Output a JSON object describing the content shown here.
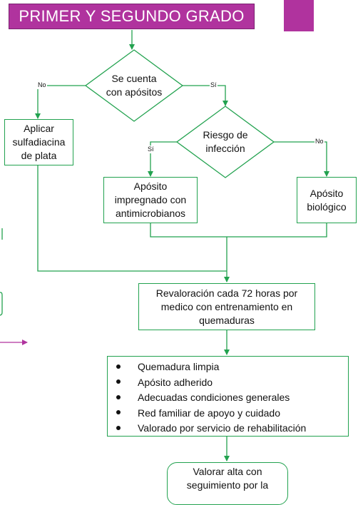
{
  "title": "PRIMER Y SEGUNDO GRADO",
  "colors": {
    "title_bg": "#b0339e",
    "flow_line": "#22a24f"
  },
  "decision1": {
    "line1": "Se cuenta",
    "line2": "con apósitos",
    "no_label": "No",
    "yes_label": "Sí"
  },
  "box_sulfa": {
    "line1": "Aplicar",
    "line2": "sulfadiacina",
    "line3": "de plata"
  },
  "decision2": {
    "line1": "Riesgo de",
    "line2": "infección",
    "yes_label": "Sí",
    "no_label": "No"
  },
  "box_aposito_imp": {
    "line1": "Apósito",
    "line2": "impregnado con",
    "line3": "antimicrobianos"
  },
  "box_aposito_bio": {
    "line1": "Apósito",
    "line2": "biológico"
  },
  "box_revaloracion": {
    "line1": "Revaloración cada 72 horas por",
    "line2": "medico con entrenamiento en",
    "line3": "quemaduras"
  },
  "criteria": [
    "Quemadura limpia",
    "Apósito adherido",
    "Adecuadas condiciones generales",
    "Red familiar de apoyo y cuidado",
    "Valorado por servicio de rehabilitación"
  ],
  "final_box": {
    "line1": "Valorar alta con",
    "line2": "seguimiento por la"
  }
}
